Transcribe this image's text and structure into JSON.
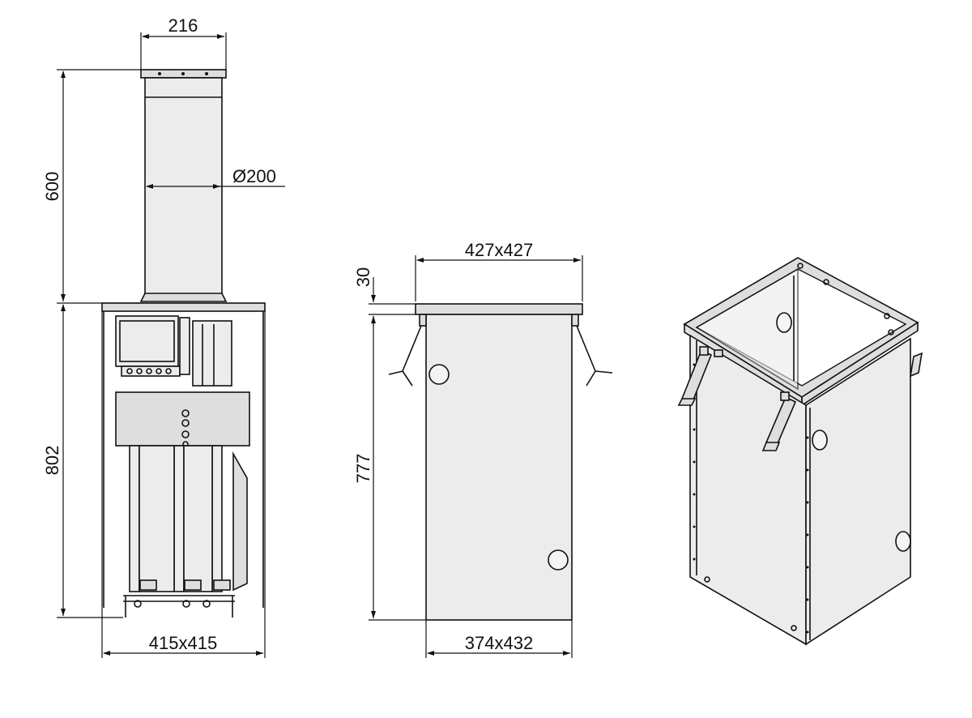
{
  "dimensions": {
    "top_width": "216",
    "bollard_height": "600",
    "diameter": "200",
    "housing_height": "802",
    "base_footprint": "415x415",
    "flange_size": "427x427",
    "flange_thickness": "30",
    "box_height": "777",
    "box_footprint": "374x432"
  },
  "symbols": {
    "diameter_symbol": "Ø"
  }
}
